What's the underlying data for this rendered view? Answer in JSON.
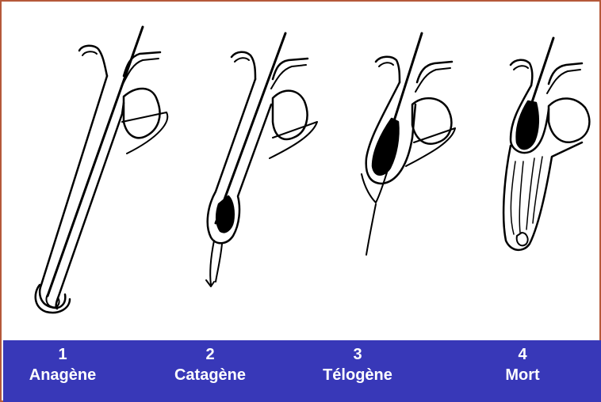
{
  "stages": [
    {
      "number": "1",
      "name": "Anagène"
    },
    {
      "number": "2",
      "name": "Catagène"
    },
    {
      "number": "3",
      "name": "Télogène"
    },
    {
      "number": "4",
      "name": "Mort"
    }
  ],
  "colors": {
    "frame_border": "#b5593a",
    "label_bar": "#3838b8",
    "label_text": "#ffffff",
    "ink": "#000000"
  }
}
